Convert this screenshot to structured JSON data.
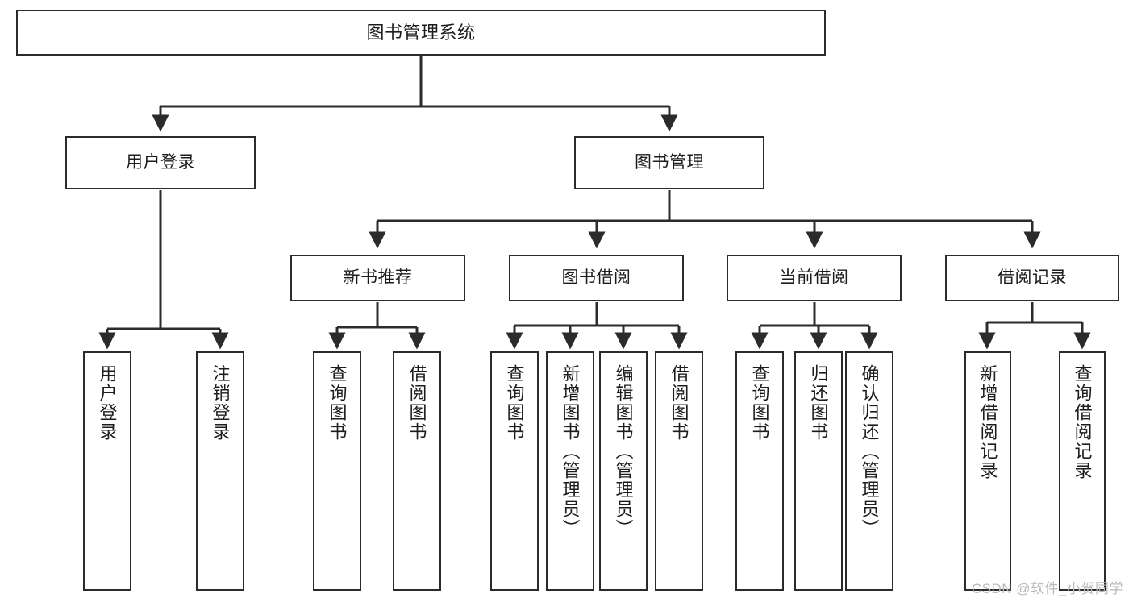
{
  "diagram": {
    "title": "图书管理系统",
    "type": "tree-hierarchy",
    "watermark": "CSDN @软件_小贺同学",
    "colors": {
      "stroke": "#2b2b2b",
      "fill": "#ffffff",
      "text": "#1d1d1d",
      "watermark": "#b9b9b9"
    }
  },
  "nodes": {
    "root": {
      "label": "图书管理系统"
    },
    "level2": [
      {
        "label": "用户登录"
      },
      {
        "label": "图书管理"
      }
    ],
    "level3": [
      {
        "label": "新书推荐"
      },
      {
        "label": "图书借阅"
      },
      {
        "label": "当前借阅"
      },
      {
        "label": "借阅记录"
      }
    ],
    "leaves": {
      "user_login": [
        {
          "label": "用户登录"
        },
        {
          "label": "注销登录"
        }
      ],
      "new_book": [
        {
          "label": "查询图书"
        },
        {
          "label": "借阅图书"
        }
      ],
      "borrow_book": [
        {
          "label": "查询图书"
        },
        {
          "label": "新增图书（管理员）"
        },
        {
          "label": "编辑图书（管理员）"
        },
        {
          "label": "借阅图书"
        }
      ],
      "current_borrow": [
        {
          "label": "查询图书"
        },
        {
          "label": "归还图书"
        },
        {
          "label": "确认归还（管理员）"
        }
      ],
      "borrow_record": [
        {
          "label": "新增借阅记录"
        },
        {
          "label": "查询借阅记录"
        }
      ]
    }
  }
}
